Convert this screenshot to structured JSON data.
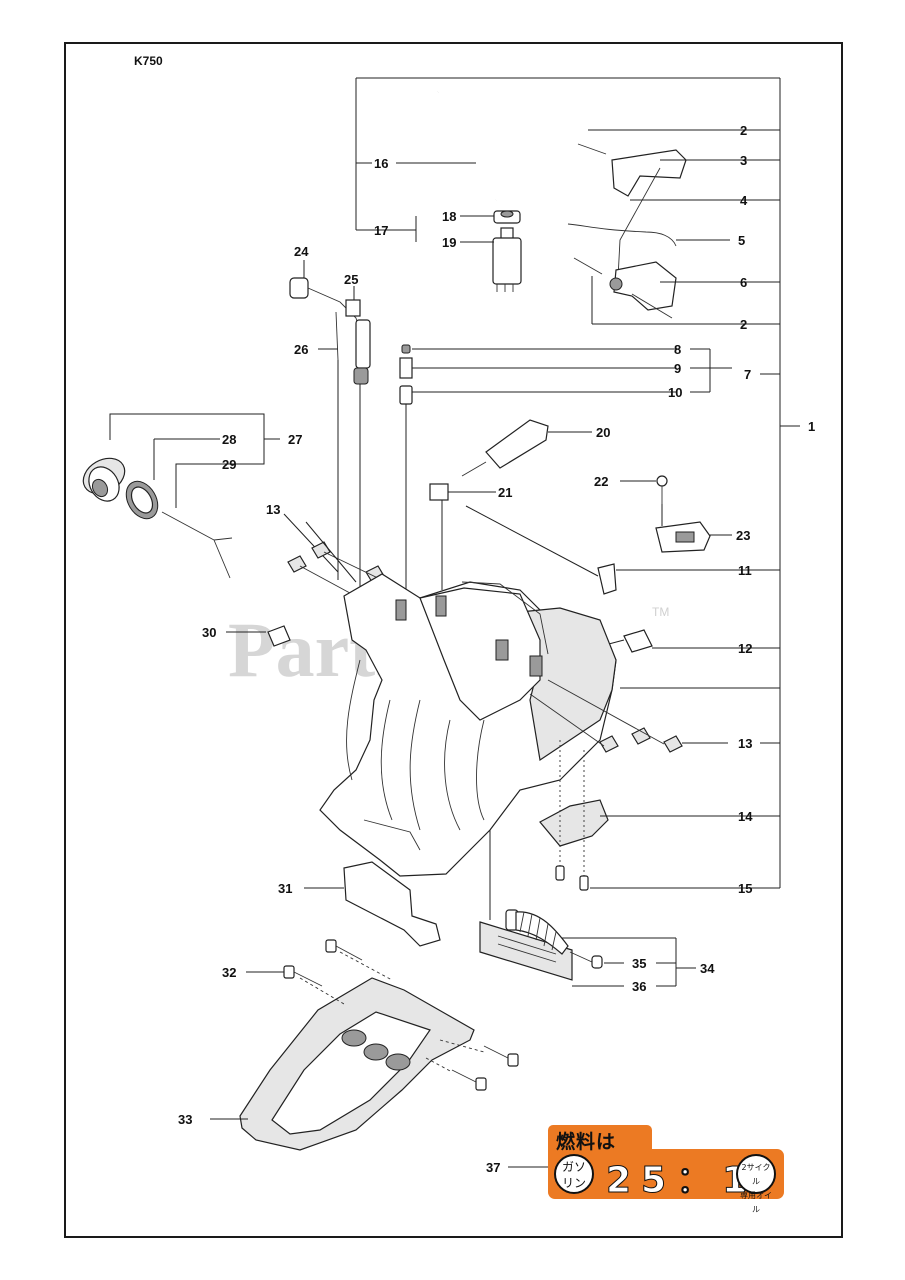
{
  "title": "K750",
  "watermark": {
    "text": "PartsTree",
    "tm": "TM"
  },
  "callouts": {
    "c1": "1",
    "c2a": "2",
    "c2b": "2",
    "c3": "3",
    "c4": "4",
    "c5": "5",
    "c6": "6",
    "c7": "7",
    "c8": "8",
    "c9": "9",
    "c10": "10",
    "c11": "11",
    "c12": "12",
    "c13a": "13",
    "c13b": "13",
    "c14": "14",
    "c15": "15",
    "c16": "16",
    "c17": "17",
    "c18": "18",
    "c19": "19",
    "c20": "20",
    "c21": "21",
    "c22": "22",
    "c23": "23",
    "c24": "24",
    "c25": "25",
    "c26": "26",
    "c27": "27",
    "c28": "28",
    "c29": "29",
    "c30": "30",
    "c31": "31",
    "c32": "32",
    "c33": "33",
    "c34": "34",
    "c35": "35",
    "c36": "36",
    "c37": "37"
  },
  "decal": {
    "heading": "燃料は",
    "left_circle_line1": "ガソ",
    "left_circle_line2": "リン",
    "ratio": "25：1",
    "right_circle_line1": "2サイクル",
    "right_circle_line2": "専用オイル",
    "color": "#ec7a23"
  }
}
